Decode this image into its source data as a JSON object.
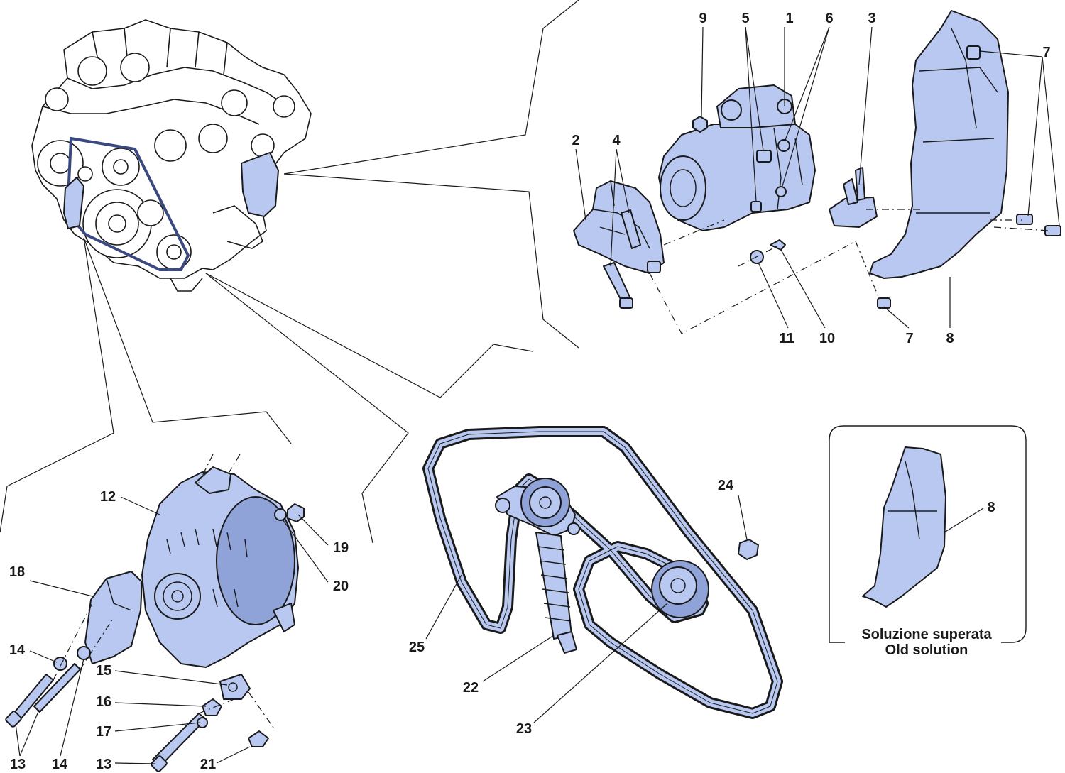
{
  "callouts": {
    "c1": "1",
    "c2": "2",
    "c3": "3",
    "c4": "4",
    "c5": "5",
    "c6": "6",
    "c7a": "7",
    "c7b": "7",
    "c8a": "8",
    "c8b": "8",
    "c9": "9",
    "c10": "10",
    "c11": "11",
    "c12": "12",
    "c13a": "13",
    "c13b": "13",
    "c14a": "14",
    "c14b": "14",
    "c15": "15",
    "c16": "16",
    "c17": "17",
    "c18": "18",
    "c19": "19",
    "c20": "20",
    "c21": "21",
    "c22": "22",
    "c23": "23",
    "c24": "24",
    "c25": "25"
  },
  "inset": {
    "title_line1": "Soluzione superata",
    "title_line2": "Old solution"
  },
  "colors": {
    "part_fill": "#b8c8f0",
    "outline": "#1a1a1a"
  }
}
